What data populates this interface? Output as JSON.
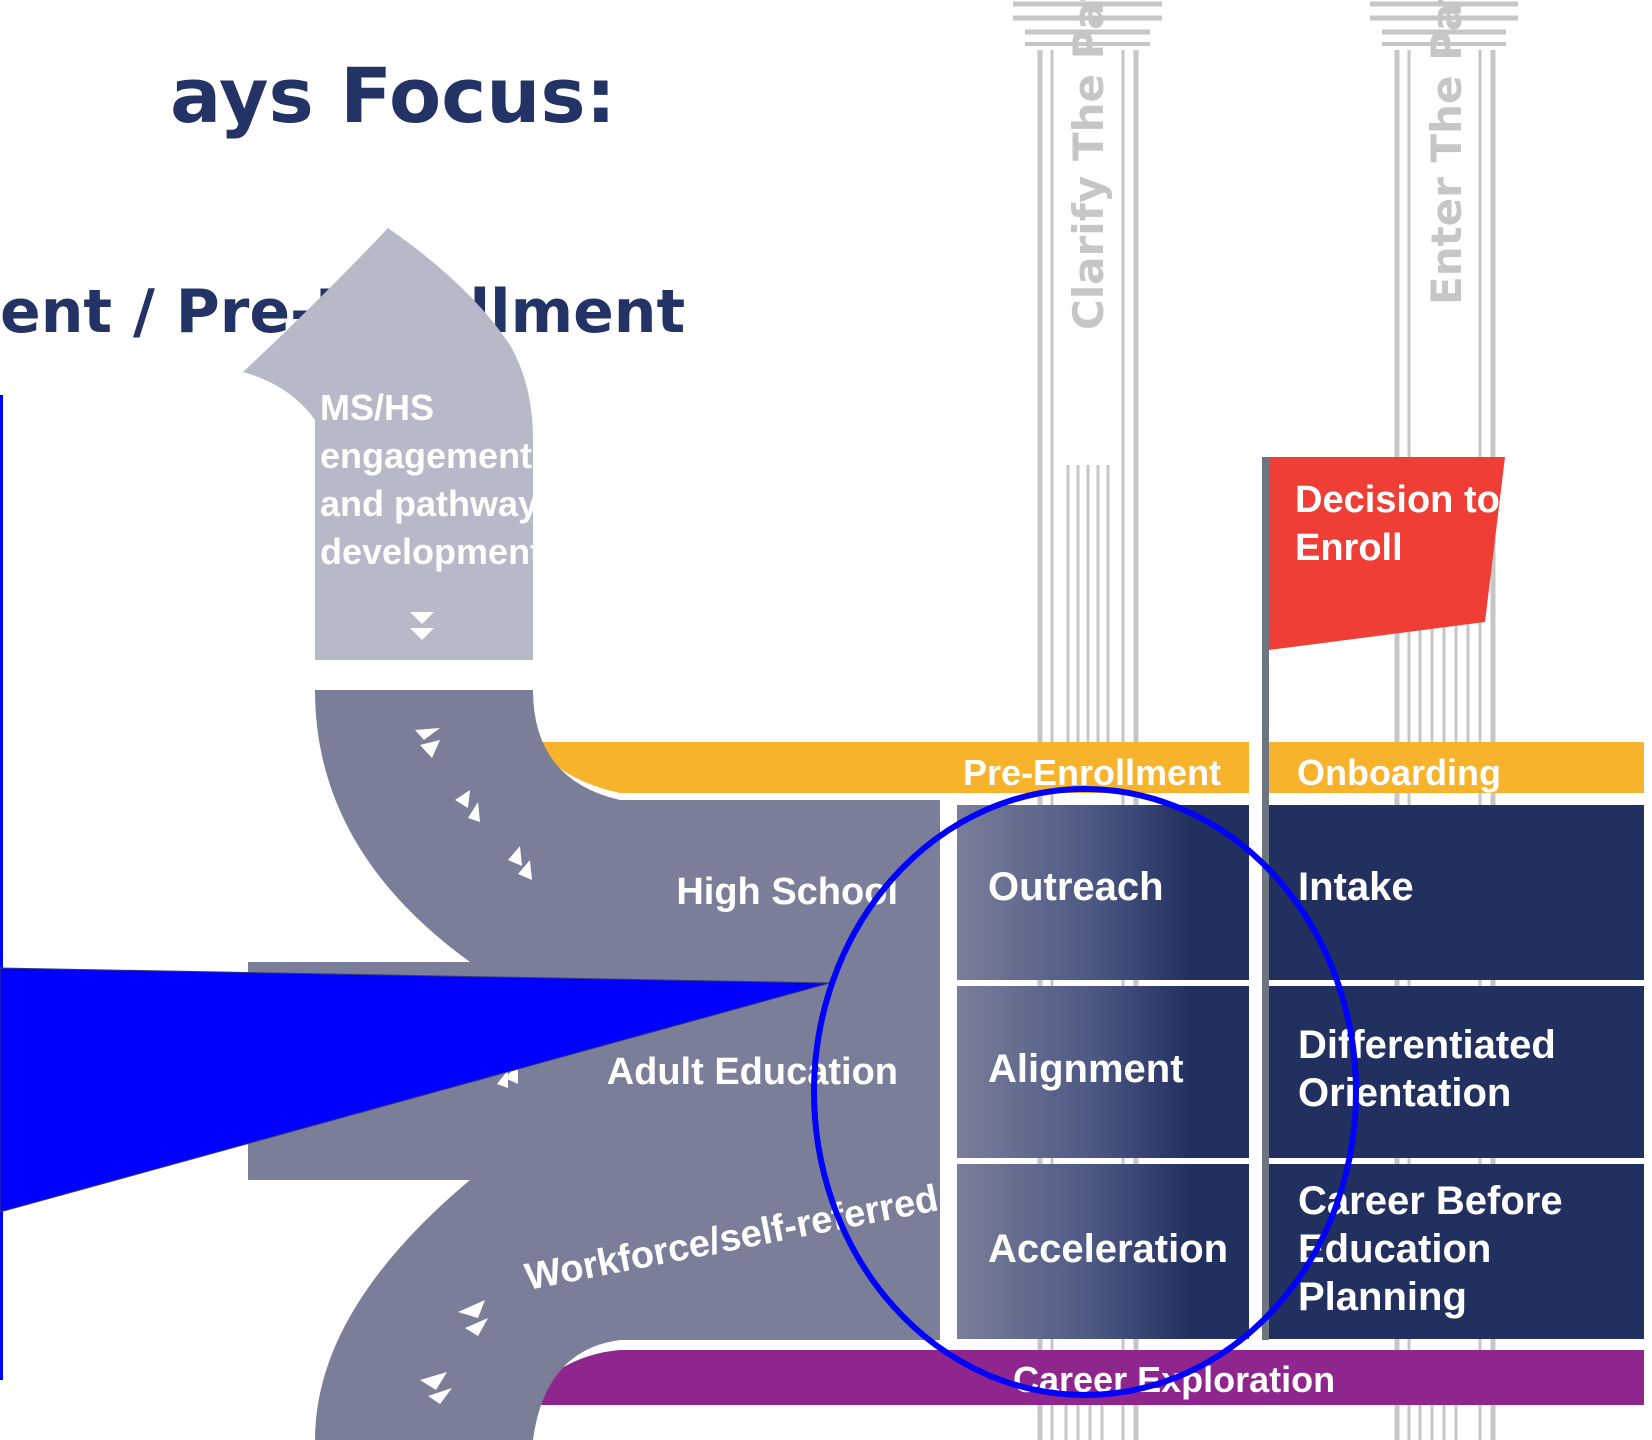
{
  "slide": {
    "title": "ays Focus:",
    "subtitle": "ent / Pre-Enrollment"
  },
  "pillars": {
    "left": "Clarify The Path",
    "right": "Enter The Path"
  },
  "upper_arrow": {
    "label_lines": [
      "MS/HS",
      "engagement",
      "and pathway",
      "development"
    ]
  },
  "flag": {
    "label_lines": [
      "Decision to",
      "Enroll"
    ]
  },
  "stream_labels": {
    "high_school": "High School",
    "adult_education": "Adult Education",
    "workforce": "Workforce/self-referred"
  },
  "headers": {
    "pre_enrollment": "Pre-Enrollment",
    "onboarding": "Onboarding"
  },
  "pre_enrollment_cells": [
    "Outreach",
    "Alignment",
    "Acceleration"
  ],
  "onboarding_cells": [
    {
      "lines": [
        "Intake"
      ]
    },
    {
      "lines": [
        "Differentiated",
        "Orientation"
      ]
    },
    {
      "lines": [
        "Career Before",
        "Education",
        "Planning"
      ]
    }
  ],
  "footer_band": "Career Exploration",
  "colors": {
    "navy": "#22305f",
    "stream_gray": "#7a7e99",
    "light_gray": "#b7b9c9",
    "pillar_gray": "#c6c6c6",
    "gold": "#f7b32b",
    "purple": "#8f268e",
    "red_flag": "#ef3e36",
    "annotation_blue": "#0000ff"
  }
}
